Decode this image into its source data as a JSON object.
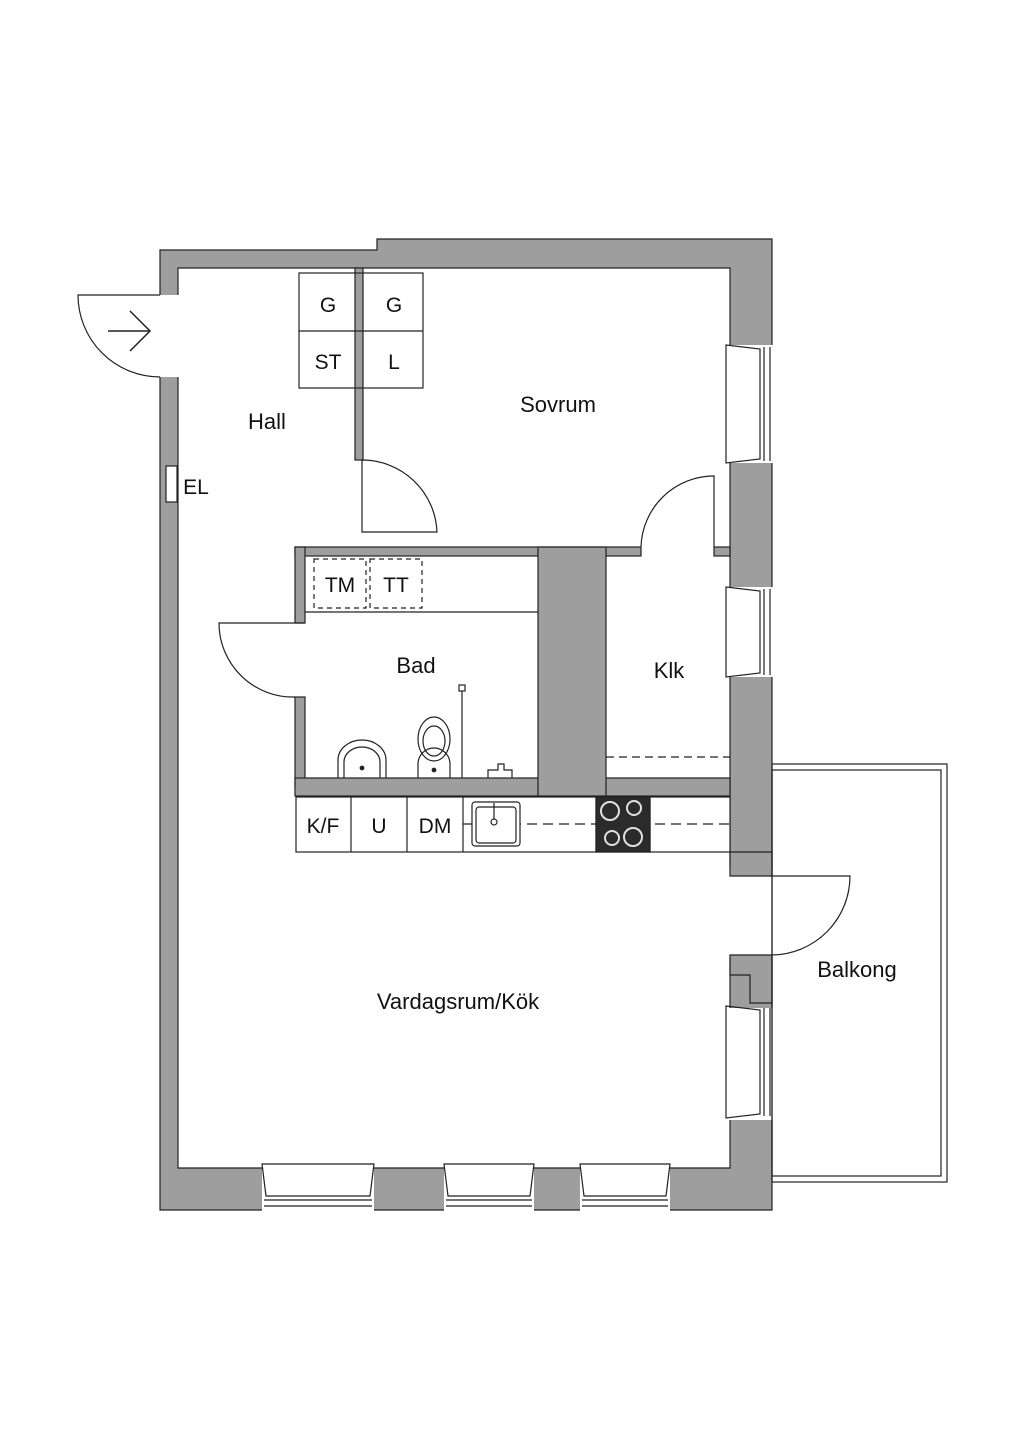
{
  "rooms": {
    "hall": "Hall",
    "sovrum": "Sovrum",
    "bad": "Bad",
    "klk": "Klk",
    "vardagsrum_kok": "Vardagsrum/Kök",
    "balkong": "Balkong"
  },
  "fixtures": {
    "el": "EL",
    "closet_top_left": "G",
    "closet_top_right": "G",
    "closet_bottom_left": "ST",
    "closet_bottom_right": "L",
    "washer": "TM",
    "dryer": "TT",
    "fridge_freezer": "K/F",
    "oven": "U",
    "dishwasher": "DM"
  }
}
